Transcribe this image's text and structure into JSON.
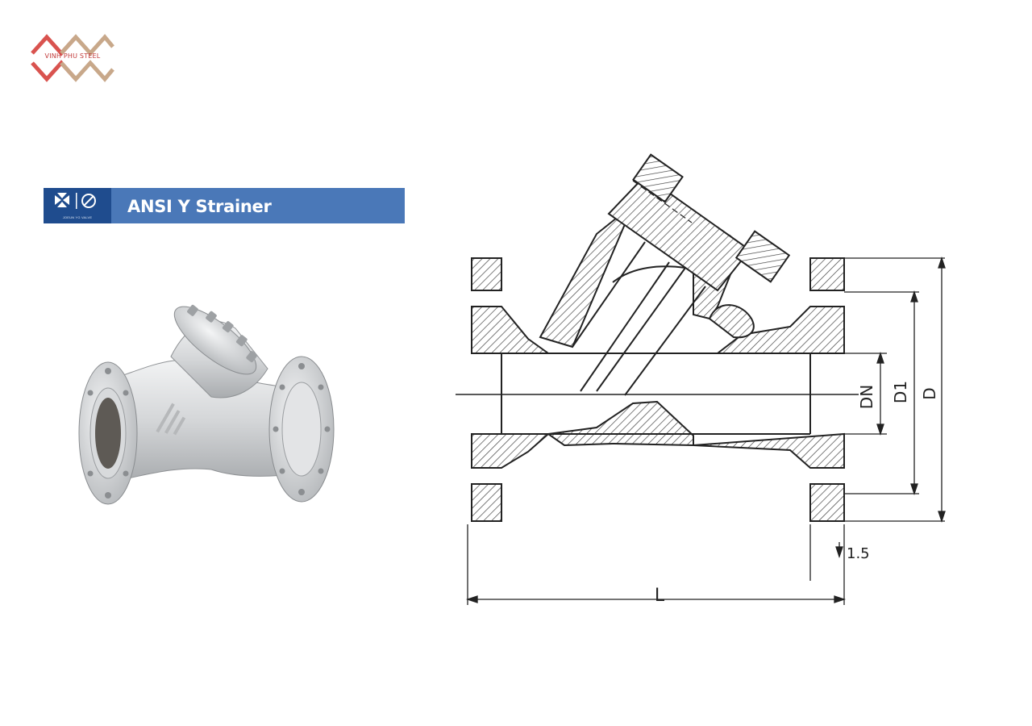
{
  "logo": {
    "text": "VINH PHU STEEL",
    "colors": {
      "primary": "#d9534f",
      "secondary": "#c8a88a"
    }
  },
  "banner": {
    "title": "ANSI Y Strainer",
    "logo_caption": "JOEUN YG VALVE",
    "colors": {
      "bar": "#4a78b8",
      "logo_bg": "#1f4c8e"
    }
  },
  "photo": {
    "description_icon": "y-strainer-photo-icon"
  },
  "drawing": {
    "dimensions": {
      "length": "L",
      "nominal_diameter": "DN",
      "bolt_circle": "D1",
      "flange_outer": "D",
      "raised_face": "1.5"
    }
  }
}
